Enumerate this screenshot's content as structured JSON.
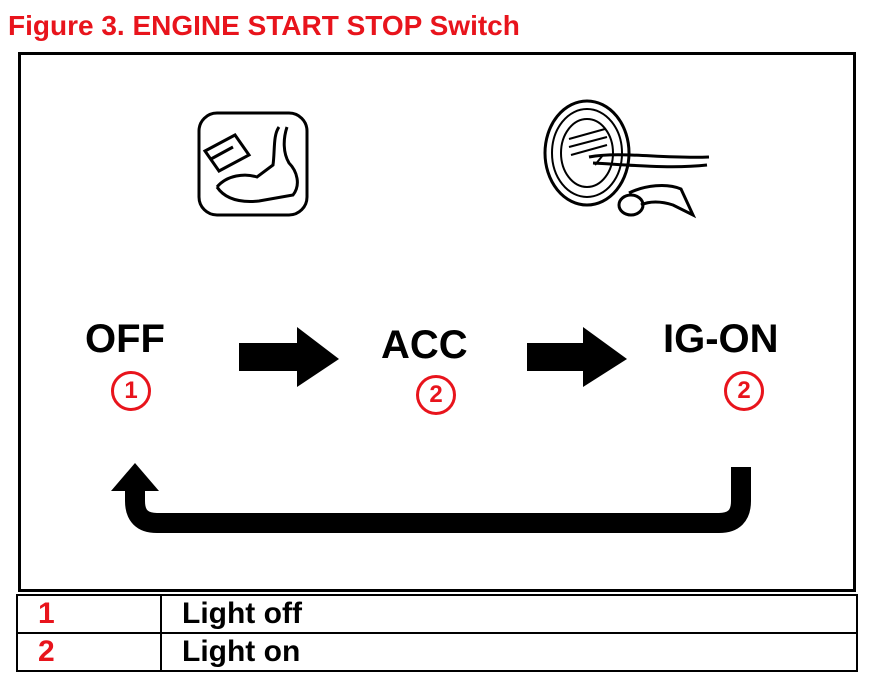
{
  "figure": {
    "title": "Figure 3. ENGINE START STOP Switch"
  },
  "diagram": {
    "states": [
      {
        "label": "OFF",
        "indicator": "1"
      },
      {
        "label": "ACC",
        "indicator": "2"
      },
      {
        "label": "IG-ON",
        "indicator": "2"
      }
    ],
    "icons": [
      "brake-pedal-icon",
      "push-button-icon"
    ]
  },
  "legend": {
    "rows": [
      {
        "num": "1",
        "desc": "Light off"
      },
      {
        "num": "2",
        "desc": "Light on"
      }
    ]
  },
  "colors": {
    "accent_red": "#e8141c",
    "ink": "#000000"
  }
}
